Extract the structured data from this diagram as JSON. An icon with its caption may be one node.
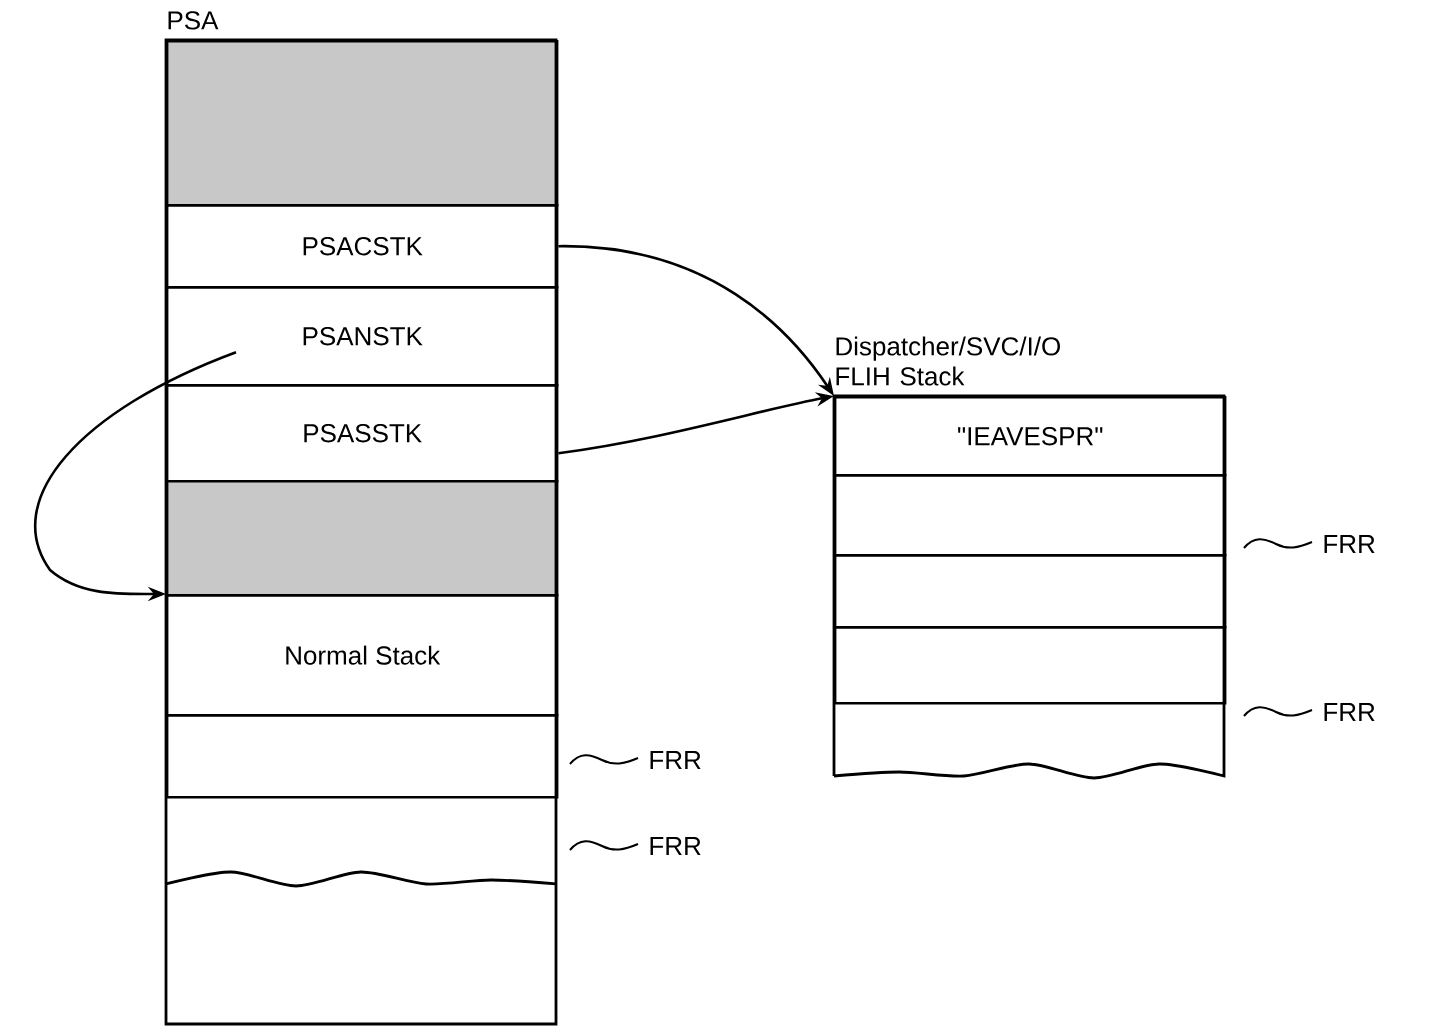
{
  "diagram": {
    "nodes": [
      {
        "text": [
          "PSA"
        ]
      },
      {
        "text": [],
        "shape": "box",
        "in": 0
      },
      {
        "text": [
          "PSACSTK"
        ],
        "in": 0
      },
      {
        "text": [
          "PSANSTK"
        ],
        "in": 0
      },
      {
        "text": [
          "PSASSTK"
        ],
        "in": 0
      },
      {
        "text": [],
        "shape": "box",
        "in": 0
      },
      {
        "text": [
          "Normal Stack"
        ],
        "in": 0
      },
      {
        "text": [],
        "shape": "box",
        "in": 0
      },
      {
        "text": [],
        "shape": "box",
        "in": 0
      },
      {
        "text": [
          "Dispatcher/SVC/I/O FLIH Stack"
        ]
      },
      {
        "text": [
          "\"IEAVESPR\""
        ],
        "in": 9
      },
      {
        "text": [],
        "shape": "box",
        "in": 9
      },
      {
        "text": [],
        "shape": "box",
        "in": 9
      },
      {
        "text": [],
        "shape": "box",
        "in": 9
      }
    ],
    "edges": [
      {
        "from": 2,
        "to": 9,
        "arrow": "to"
      },
      {
        "from": 3,
        "to": 6,
        "arrow": "to"
      },
      {
        "from": 4,
        "to": 9,
        "arrow": "to"
      }
    ],
    "labels": [
      "FRR",
      "FRR",
      "FRR",
      "FRR"
    ]
  }
}
